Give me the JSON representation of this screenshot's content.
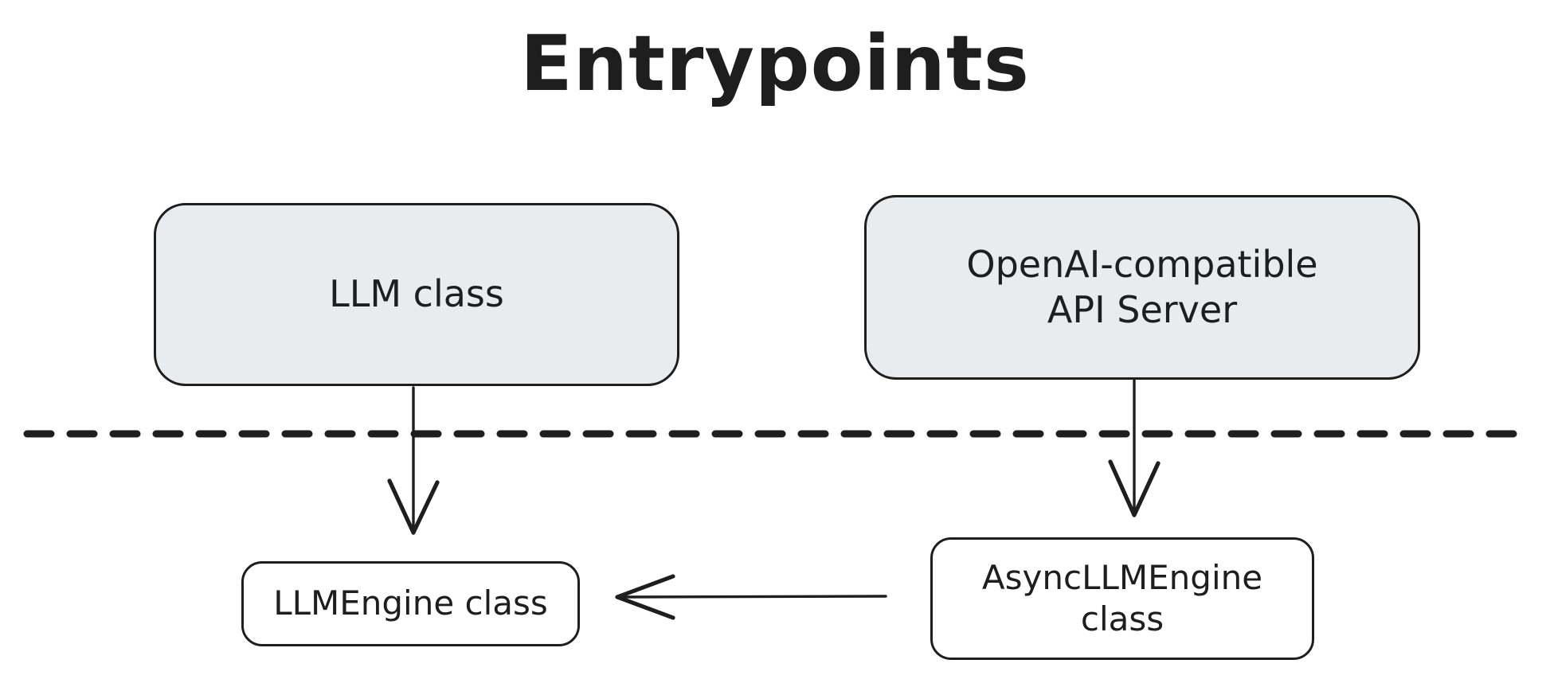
{
  "diagram": {
    "title": "Entrypoints",
    "background_color": "#ffffff",
    "stroke_color": "#1e1e1e",
    "filled_node_color": "#e8ecef",
    "nodes": [
      {
        "id": "llm-class",
        "label": "LLM class",
        "style": "filled",
        "layer": "top"
      },
      {
        "id": "api-server",
        "label": "OpenAI-compatible\nAPI Server",
        "style": "filled",
        "layer": "top"
      },
      {
        "id": "llmengine",
        "label": "LLMEngine class",
        "style": "plain",
        "layer": "bottom"
      },
      {
        "id": "asyncllmengine",
        "label": "AsyncLLMEngine\nclass",
        "style": "plain",
        "layer": "bottom"
      }
    ],
    "edges": [
      {
        "id": "llm-to-llmengine",
        "from": "llm-class",
        "to": "llmengine",
        "direction": "down",
        "style": "solid"
      },
      {
        "id": "api-to-asyncllmengine",
        "from": "api-server",
        "to": "asyncllmengine",
        "direction": "down",
        "style": "solid"
      },
      {
        "id": "async-to-llmengine",
        "from": "asyncllmengine",
        "to": "llmengine",
        "direction": "left",
        "style": "solid"
      }
    ],
    "divider": {
      "id": "layer-divider",
      "style": "dashed",
      "orientation": "horizontal"
    }
  }
}
